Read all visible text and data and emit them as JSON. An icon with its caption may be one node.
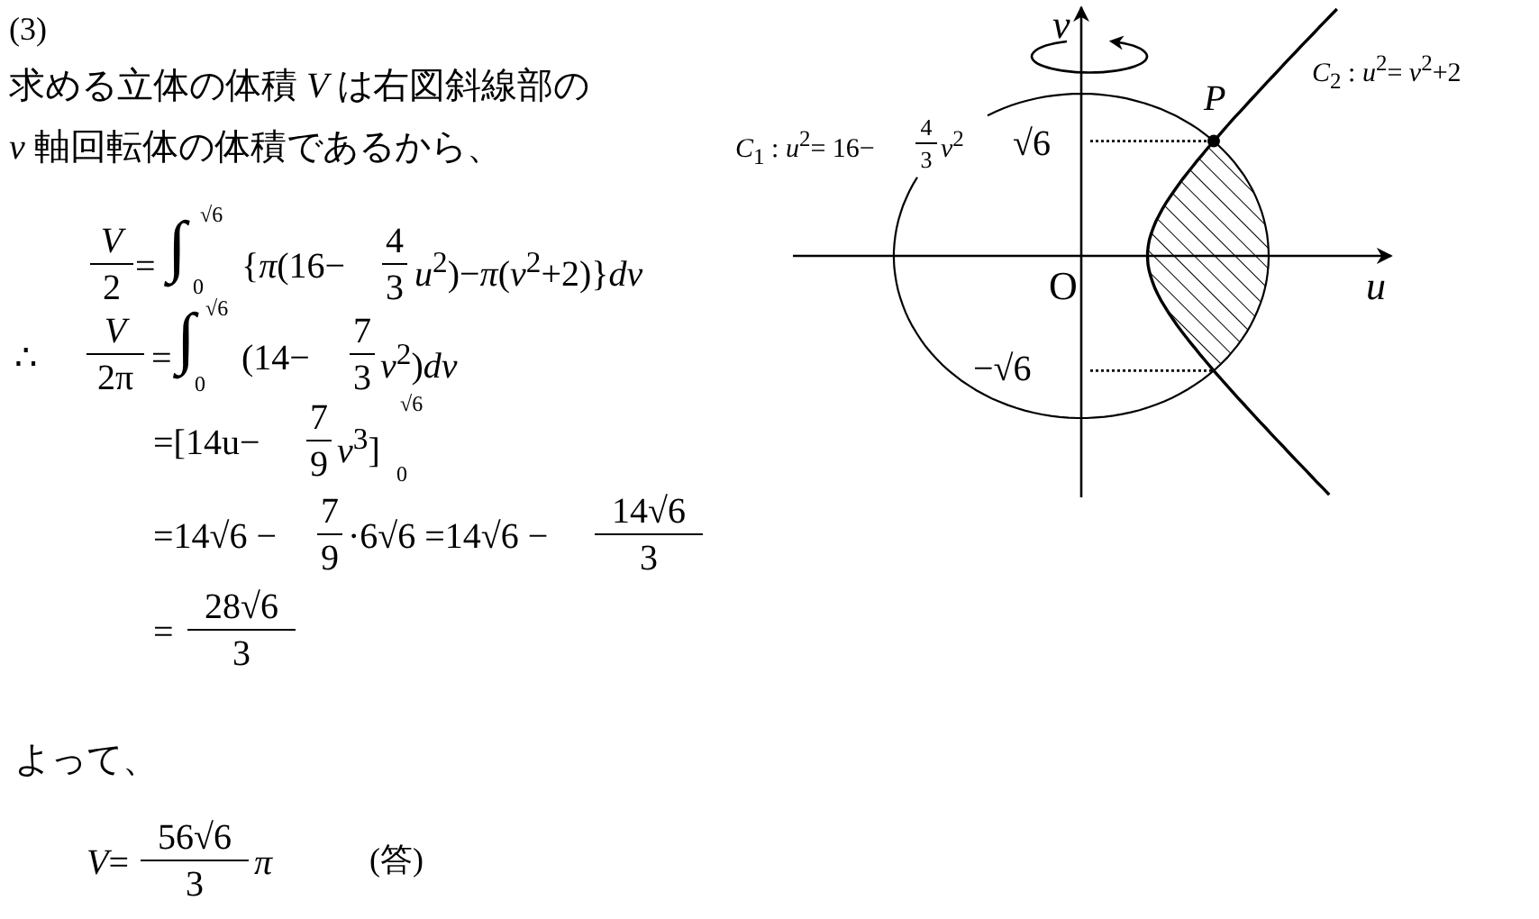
{
  "diagram": {
    "labels": [
      "(3)",
      "求める立体の体積 *V* は右図斜線部の",
      "*v* 軸回転体の体積であるから、",
      "*V*",
      "2",
      "=",
      "∫",
      "√6",
      "0",
      "{*π*(16−",
      "4",
      "3",
      "*u*$^{2}$)−*π*(*v*$^{2}$+2)}*dv*",
      "∴",
      "*V*",
      "2π",
      "=",
      "∫",
      "√6",
      "0",
      "(14−",
      "7",
      "3",
      "*v*$^{2}$)*dv*",
      "=[14u−",
      "7",
      "9",
      "*v*$^{3}$]",
      "√6",
      "0",
      "=14√6 −",
      "7",
      "9",
      "·6√6 =14√6 −",
      "14√6",
      "3",
      "=",
      "28√6",
      "3",
      "よって、",
      "*V*=",
      "56√6",
      "3",
      "*π*",
      "(答)",
      "*v*",
      "*C*$_{2}$ : *u*$^{2}$= *v*$^{2}$+2",
      "*P*",
      "*C*$_{1}$ : *u*$^{2}$= 16−",
      "4",
      "3",
      "*v*$^{2}$",
      "√6",
      "O",
      "*u*",
      "−√6"
    ]
  }
}
